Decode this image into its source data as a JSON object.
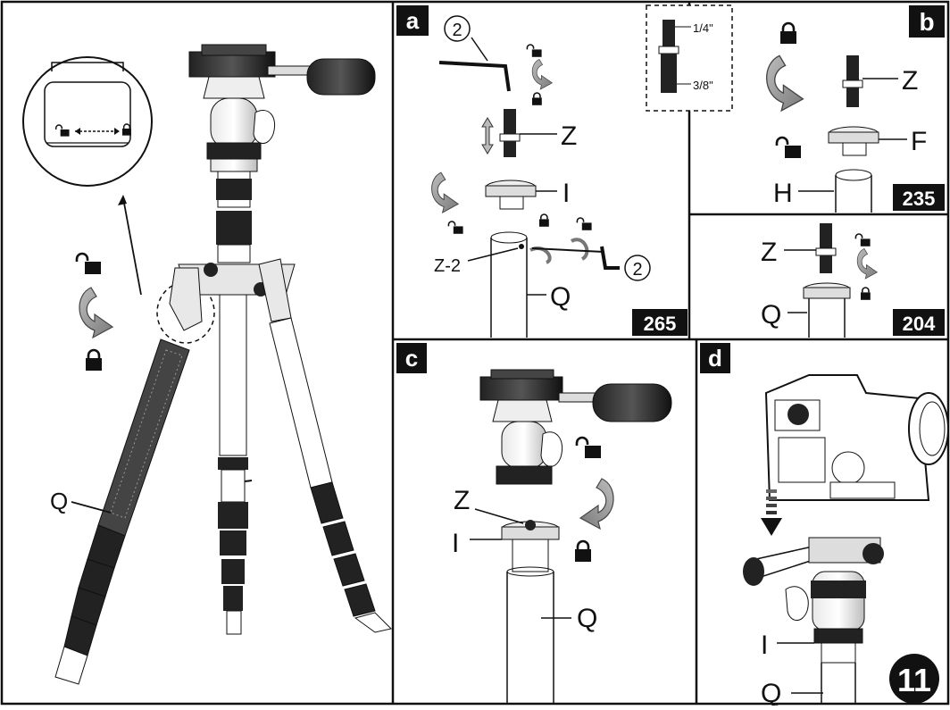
{
  "panels": {
    "a": {
      "letter": "a",
      "step_marker": "2",
      "step_marker_2": "2",
      "label_z": "Z",
      "label_i": "I",
      "label_z2": "Z-2",
      "label_q": "Q",
      "thread_small": "1/4\"",
      "thread_large": "3/8\"",
      "code": "265"
    },
    "b": {
      "letter": "b",
      "label_z": "Z",
      "label_f": "F",
      "label_h": "H",
      "code": "235"
    },
    "b2": {
      "label_z": "Z",
      "label_q": "Q",
      "code": "204"
    },
    "c": {
      "letter": "c",
      "label_z": "Z",
      "label_i": "I",
      "label_q": "Q"
    },
    "d": {
      "letter": "d",
      "label_i": "I",
      "label_q": "Q",
      "page_number": "11"
    },
    "main": {
      "label_q": "Q"
    }
  }
}
